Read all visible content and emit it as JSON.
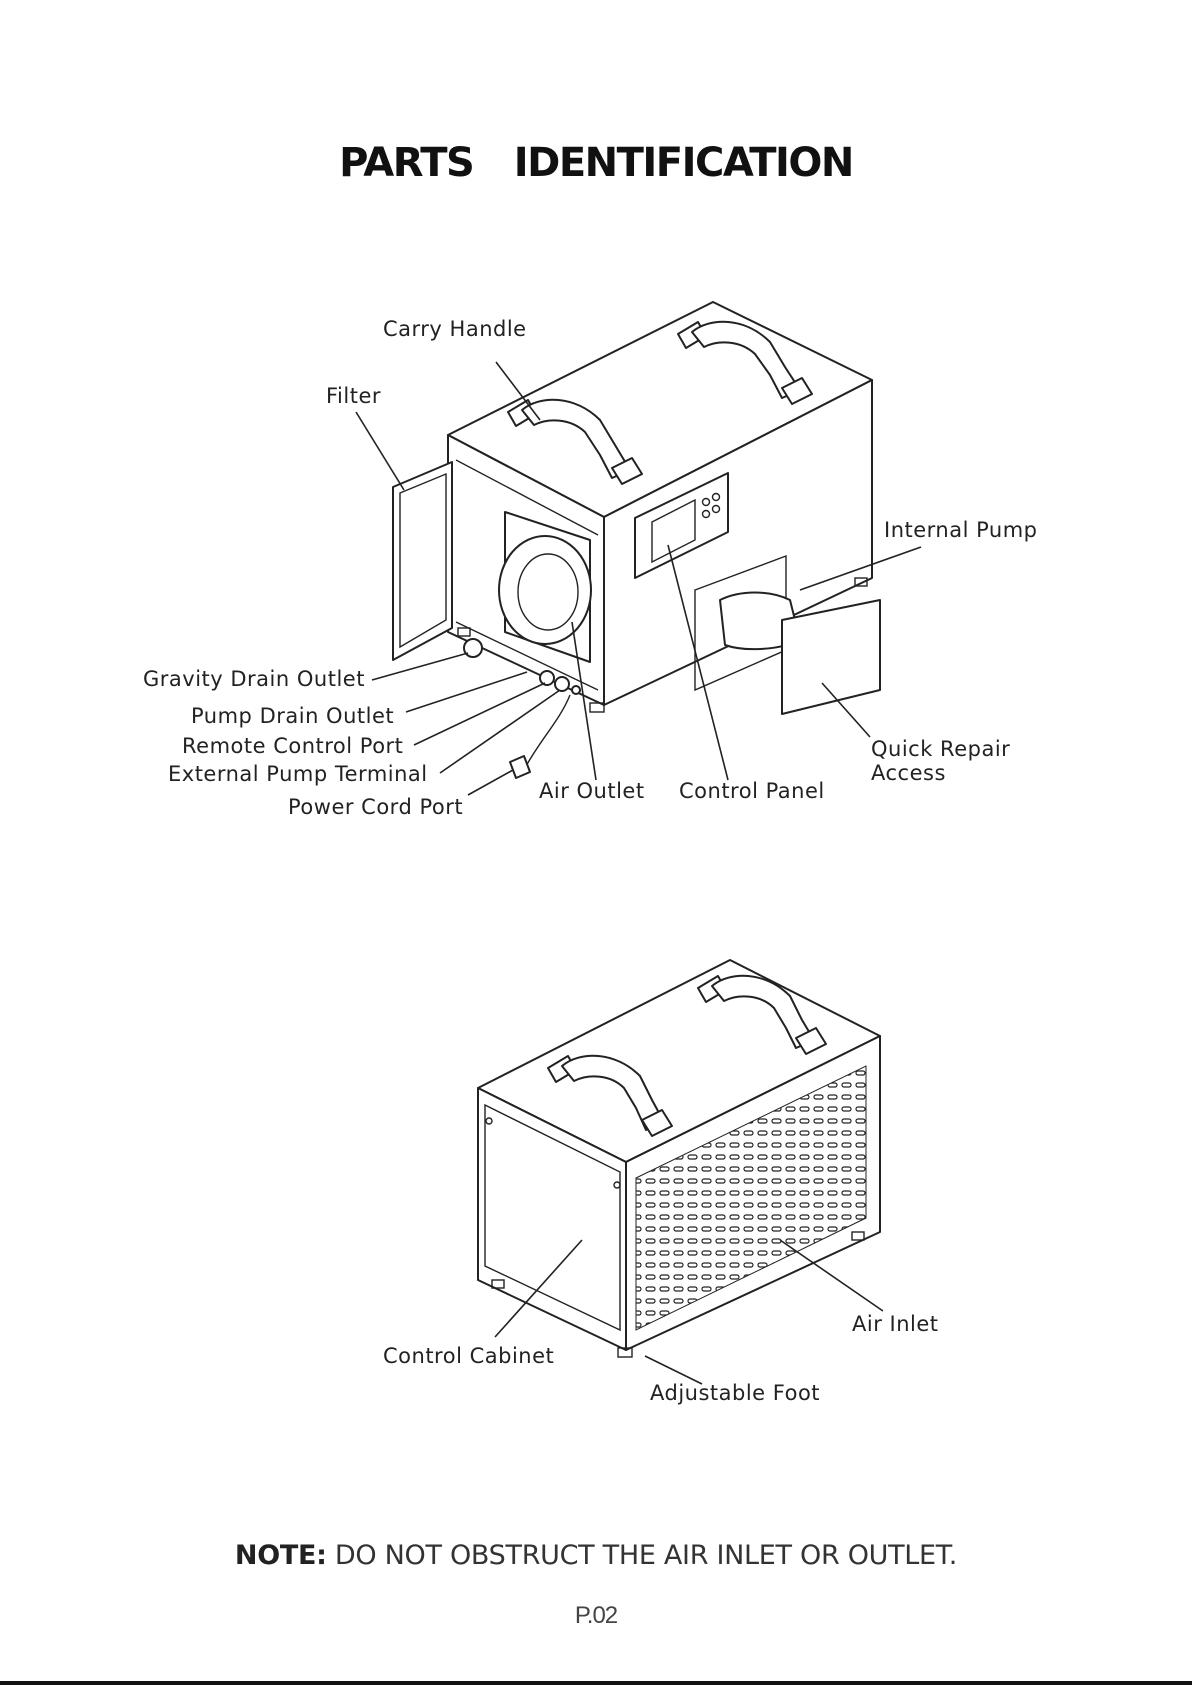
{
  "title": "PARTS    IDENTIFICATION",
  "top_view_labels": {
    "carry_handle": "Carry Handle",
    "filter": "Filter",
    "internal_pump": "Internal Pump",
    "gravity_drain_outlet": "Gravity Drain Outlet",
    "pump_drain_outlet": "Pump Drain Outlet",
    "remote_control_port": "Remote Control Port",
    "external_pump_terminal": "External Pump Terminal",
    "power_cord_port": "Power Cord Port",
    "air_outlet": "Air Outlet",
    "control_panel": "Control Panel",
    "quick_repair_access_line1": "Quick Repair",
    "quick_repair_access_line2": "Access"
  },
  "bottom_view_labels": {
    "air_inlet": "Air Inlet",
    "control_cabinet": "Control Cabinet",
    "adjustable_foot": "Adjustable Foot"
  },
  "note": {
    "prefix": "NOTE:",
    "text": "DO NOT OBSTRUCT THE AIR INLET  OR OUTLET."
  },
  "page_number": "P.02"
}
